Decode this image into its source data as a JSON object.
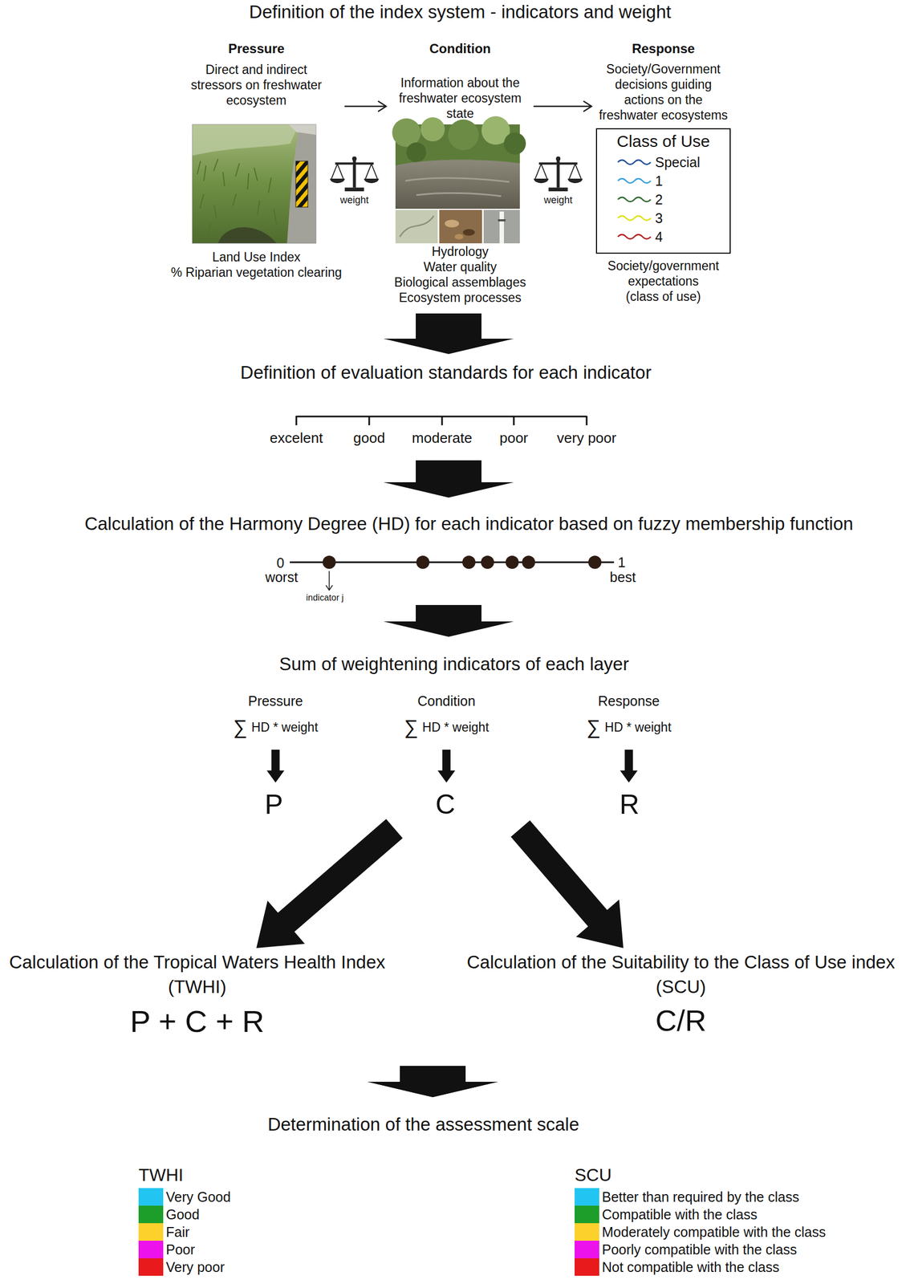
{
  "diagram": {
    "title": "Definition of the index system - indicators and weight",
    "nodes": [
      {
        "text": [
          "Pressure",
          "Direct and indirect stressors on freshwater ecosystem",
          "Land Use Index",
          "% Riparian vegetation clearing"
        ]
      },
      {
        "text": [
          "Condition",
          "Information about the freshwater ecosystem state",
          "Hydrology",
          "Water quality",
          "Biological assemblages",
          "Ecosystem processes"
        ]
      },
      {
        "text": [
          "Response",
          "Society/Government decisions guiding actions on the freshwater ecosystems",
          "Society/government expectations",
          "(class of use)"
        ]
      },
      {
        "text": [
          "Class of Use"
        ],
        "in": 2
      },
      {
        "text": [
          "Definition of evaluation standards for each indicator"
        ]
      },
      {
        "text": [
          "Calculation of the Harmony Degree (HD) for each indicator based on fuzzy membership function"
        ]
      },
      {
        "text": [
          "Sum of weightening indicators of each layer"
        ]
      },
      {
        "text": [
          "Pressure",
          "∑",
          "HD * weight"
        ]
      },
      {
        "text": [
          "Condition",
          "∑",
          "HD * weight"
        ]
      },
      {
        "text": [
          "Response",
          "∑",
          "HD * weight"
        ]
      },
      {
        "text": [
          "P"
        ]
      },
      {
        "text": [
          "C"
        ]
      },
      {
        "text": [
          "R"
        ]
      },
      {
        "text": [
          "Calculation of the Tropical Waters Health Index (TWHI)",
          "P + C + R"
        ]
      },
      {
        "text": [
          "Calculation of the Suitability to the Class of Use index (SCU)",
          "C/R"
        ]
      },
      {
        "text": [
          "Determination of the assessment scale"
        ]
      }
    ],
    "edges": [
      {
        "from": 0,
        "to": 1,
        "arrow": "to"
      },
      {
        "from": 1,
        "to": 2,
        "arrow": "to"
      },
      {
        "from": 1,
        "to": 4,
        "arrow": "to"
      },
      {
        "from": 4,
        "to": 5,
        "arrow": "to"
      },
      {
        "from": 5,
        "to": 6,
        "arrow": "to"
      },
      {
        "from": 7,
        "to": 10,
        "arrow": "to"
      },
      {
        "from": 8,
        "to": 11,
        "arrow": "to"
      },
      {
        "from": 9,
        "to": 12,
        "arrow": "to"
      },
      {
        "from": 11,
        "to": 13,
        "arrow": "to"
      },
      {
        "from": 11,
        "to": 14,
        "arrow": "to"
      },
      {
        "from": 13,
        "to": 15,
        "arrow": "to"
      },
      {
        "from": 14,
        "to": 15,
        "arrow": "to"
      }
    ],
    "labels": [
      "weight",
      "weight",
      "excelent",
      "good",
      "moderate",
      "poor",
      "very poor",
      "0",
      "worst",
      "indicator j",
      "1",
      "best",
      "TWHI",
      "SCU"
    ],
    "legend": [
      {
        "text": "Special"
      },
      {
        "text": "1"
      },
      {
        "text": "2"
      },
      {
        "text": "3"
      },
      {
        "text": "4"
      },
      {
        "text": "Very Good",
        "color": "#22c5f2"
      },
      {
        "text": "Good",
        "color": "#1d9e2b"
      },
      {
        "text": "Fair",
        "color": "#fcd12c"
      },
      {
        "text": "Poor",
        "color": "#ec12ec"
      },
      {
        "text": "Very poor",
        "color": "#e81a1c"
      },
      {
        "text": "Better than required by the class",
        "color": "#22c5f2"
      },
      {
        "text": "Compatible with the class",
        "color": "#1d9e2b"
      },
      {
        "text": "Moderately compatible with the class",
        "color": "#fcd12c"
      },
      {
        "text": "Poorly compatible with the class",
        "color": "#ec12ec"
      },
      {
        "text": "Not compatible with the class",
        "color": "#e81a1c"
      }
    ]
  }
}
